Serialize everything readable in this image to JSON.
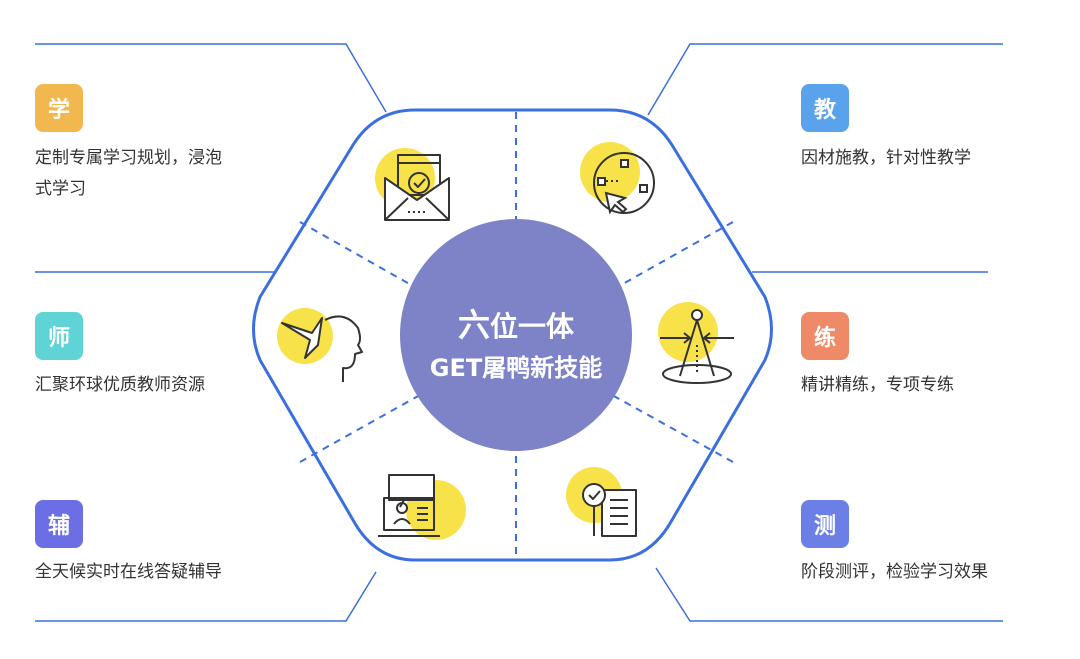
{
  "center": {
    "line1_big": "六",
    "line1_rest": "位一体",
    "line2": "GET屠鸭新技能"
  },
  "colors": {
    "hex_border": "#3b6fe0",
    "circle": "#7e83c8",
    "yellow": "#f8e24a",
    "icon_stroke": "#333333"
  },
  "items": [
    {
      "badge": "学",
      "color": "#f2b84f",
      "text_l1": "定制专属学习规划，浸泡",
      "text_l2": "式学习",
      "icon": "envelope-check-icon"
    },
    {
      "badge": "师",
      "color": "#5fd3d6",
      "text_l1": "汇聚环球优质教师资源",
      "icon": "head-bird-icon"
    },
    {
      "badge": "辅",
      "color": "#6c6ee6",
      "text_l1": "全天候实时在线答疑辅导",
      "icon": "laptop-chat-icon"
    },
    {
      "badge": "教",
      "color": "#5aa2ec",
      "text_l1": "因材施教，针对性教学",
      "icon": "target-cursor-icon"
    },
    {
      "badge": "练",
      "color": "#ef8a68",
      "text_l1": "精讲精练，专项专练",
      "icon": "compass-icon"
    },
    {
      "badge": "测",
      "color": "#6c7fe6",
      "text_l1": "阶段测评，检验学习效果",
      "icon": "checklist-search-icon"
    }
  ]
}
